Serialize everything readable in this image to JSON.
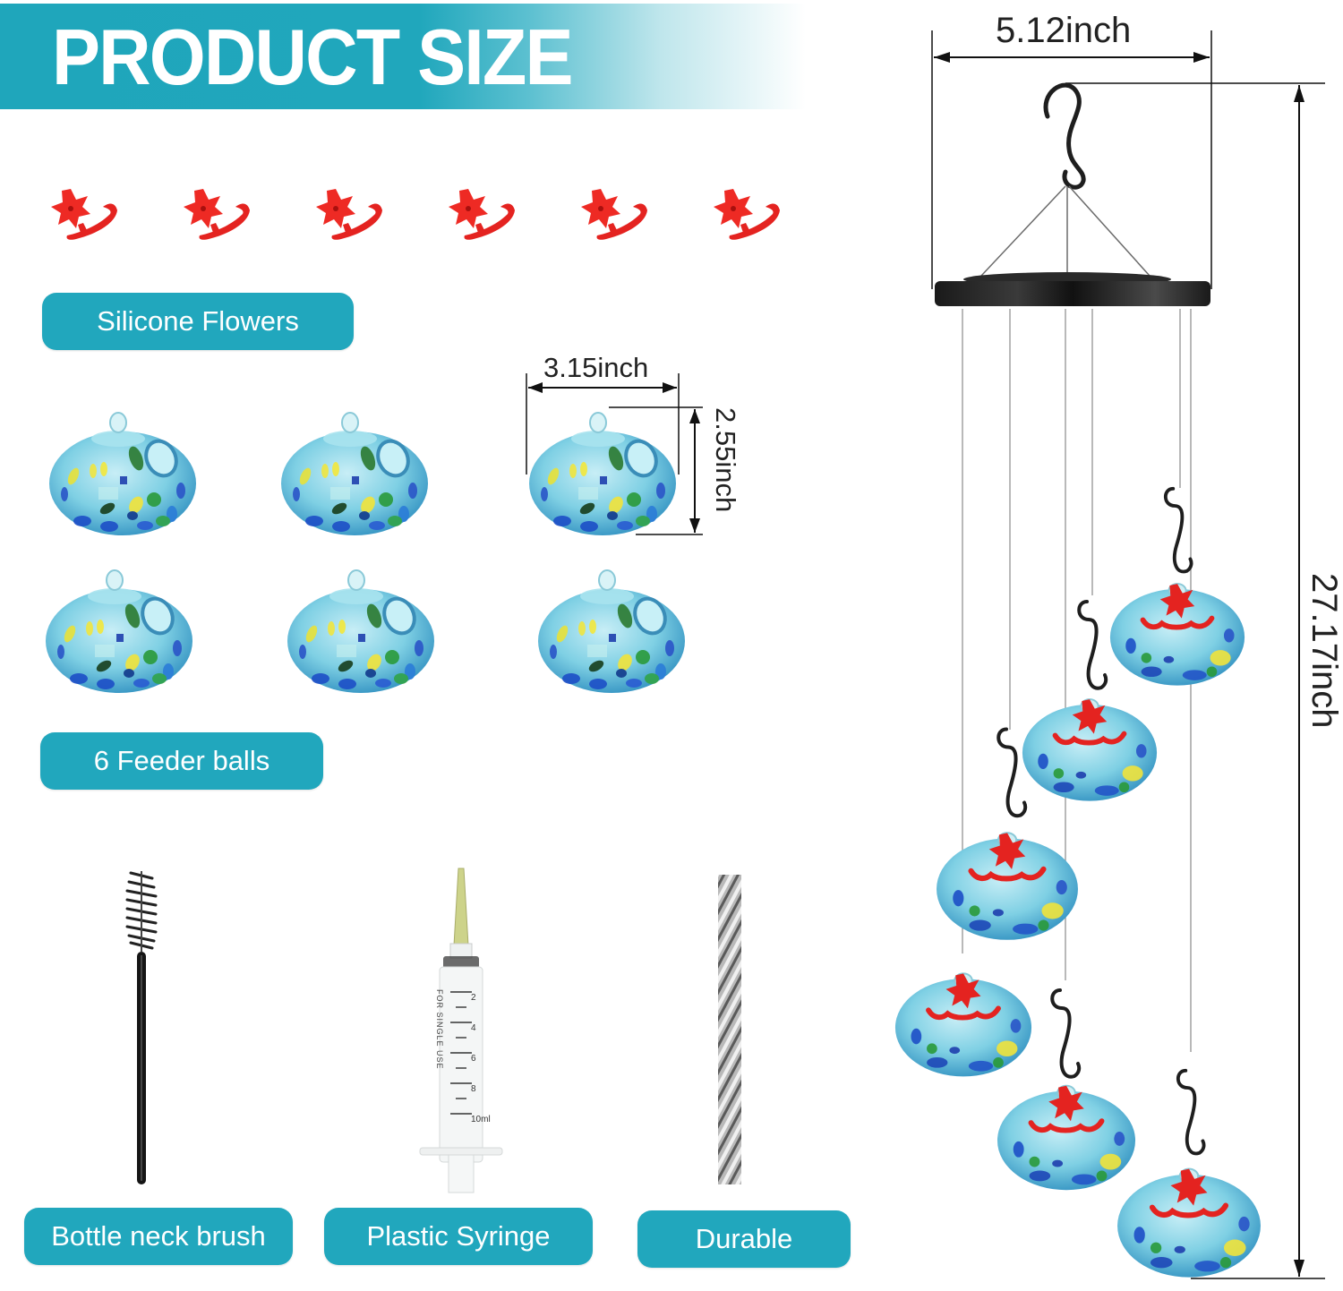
{
  "header": {
    "title": "PRODUCT SIZE"
  },
  "colors": {
    "accent_teal": "#21a7bd",
    "flower_red": "#e8231f",
    "glass_blue": "#7fd0e4",
    "hook_black": "#1e1e1e"
  },
  "components": {
    "flowers": {
      "count": 6,
      "label": "Silicone Flowers",
      "icon": "silicone-flower-icon"
    },
    "feeder_balls": {
      "count": 6,
      "label": "6 Feeder balls",
      "icon": "glass-feeder-ball-icon"
    },
    "brush": {
      "label": "Bottle neck brush",
      "icon": "bottle-brush-icon"
    },
    "syringe": {
      "label": "Plastic Syringe",
      "icon": "syringe-icon",
      "scale_marks": [
        "2",
        "4",
        "6",
        "8",
        "10ml"
      ],
      "side_text": "FOR SINGLE USE"
    },
    "wire": {
      "label": "Durable",
      "icon": "steel-wire-icon"
    }
  },
  "dimensions": {
    "ball_width": "3.15inch",
    "ball_height": "2.55inch",
    "chime_width": "5.12inch",
    "chime_height": "27.17inch"
  },
  "assembled": {
    "hanging_feeders": 6,
    "icon": "hummingbird-feeder-chime-icon"
  }
}
